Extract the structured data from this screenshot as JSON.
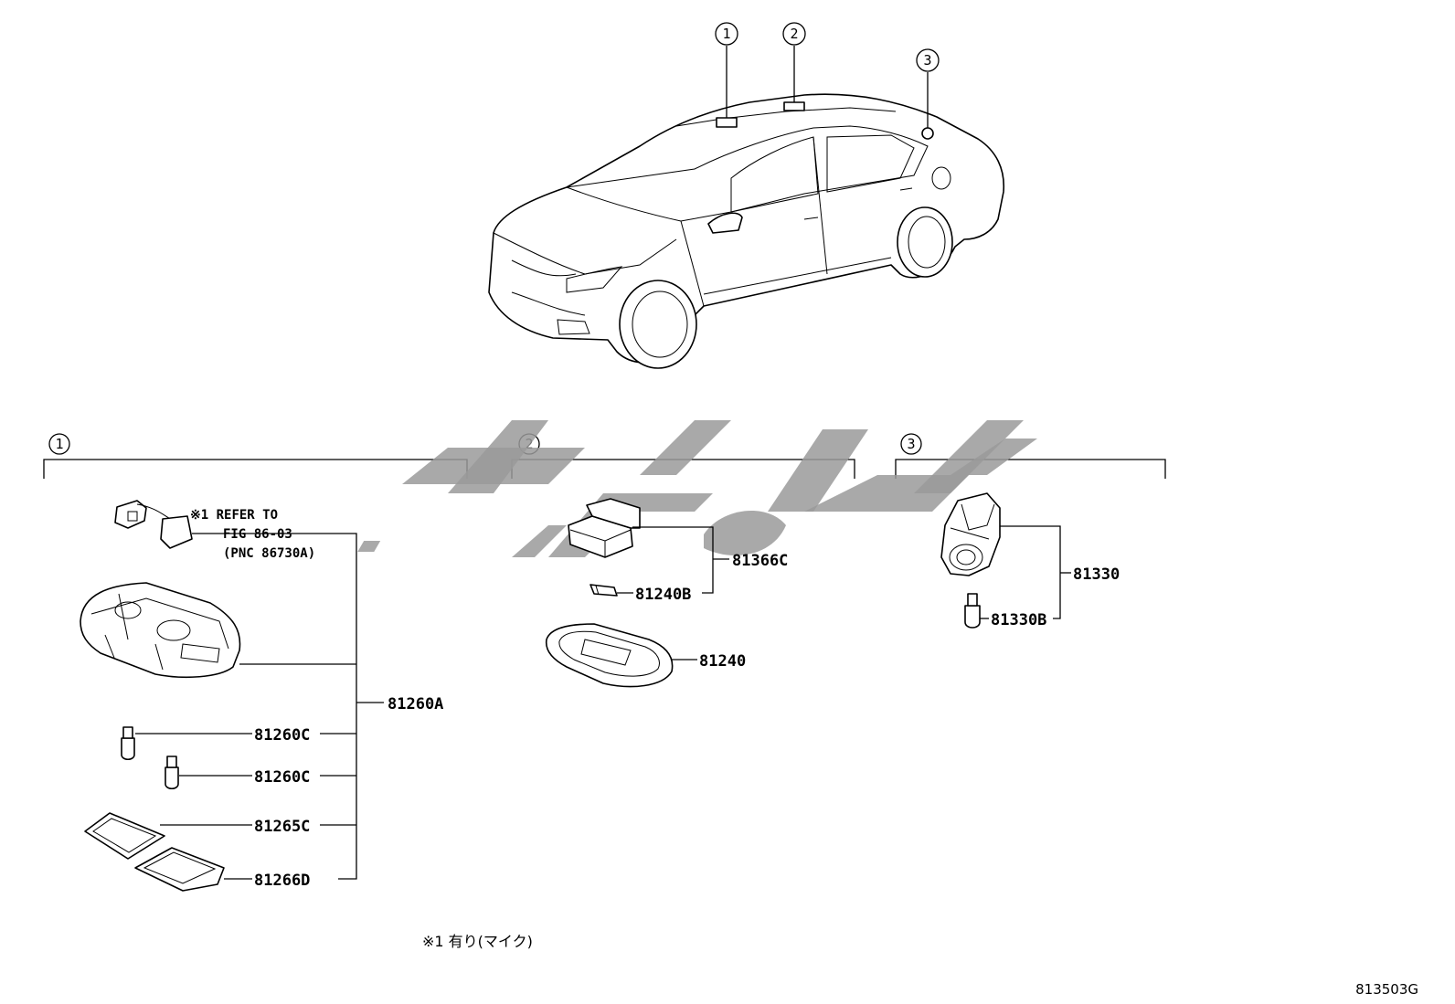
{
  "figure_id": "813503G",
  "callouts": [
    "1",
    "2",
    "3"
  ],
  "footnote": "※1 有り(マイク)",
  "refer_note": [
    "※1 REFER TO",
    "FIG 86-03",
    "(PNC 86730A)"
  ],
  "group1": {
    "assembly_label": "81260A",
    "parts": [
      "81260C",
      "81260C",
      "81265C",
      "81266D"
    ]
  },
  "group2": {
    "assembly_label": "81366C",
    "bulb_label": "81240B",
    "lens_label": "81240"
  },
  "group3": {
    "assembly_label": "81330",
    "bulb_label": "81330B"
  },
  "watermark": {
    "color": "#9a9a9a"
  }
}
